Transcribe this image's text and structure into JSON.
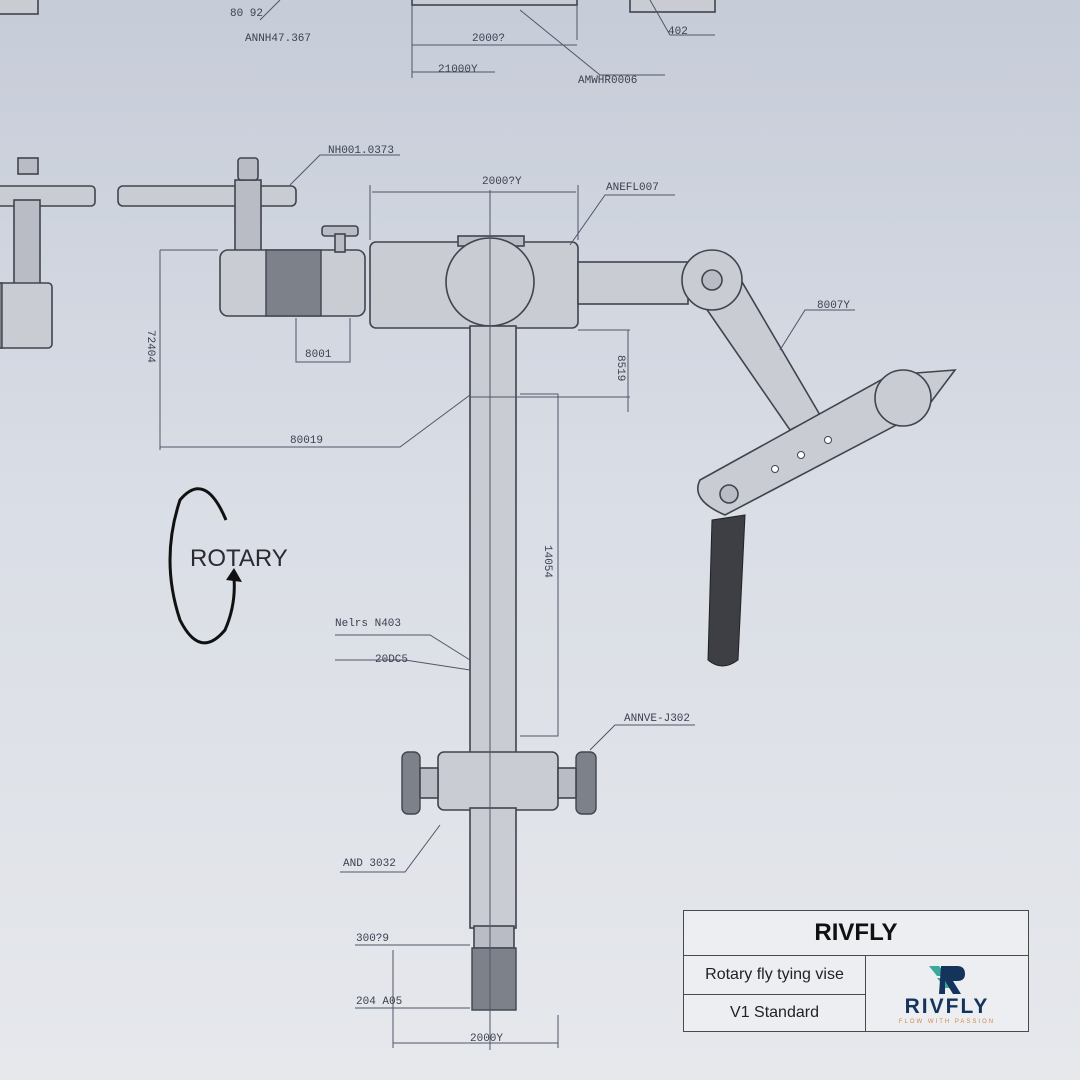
{
  "drawing": {
    "rotation_label": "ROTARY",
    "dimensions": [
      "80 92",
      "ANNH47.367",
      "2000?",
      "21000Y",
      "AMWHR0006",
      "402",
      "NH001.0373",
      "2000?Y",
      "ANEFL007",
      "8007Y",
      "8001",
      "8519",
      "72404",
      "80019",
      "14054",
      "Nelrs N403",
      "20DC5",
      "ANNVE-J302",
      "AND 3032",
      "300?9",
      "204 A05",
      "2000Y"
    ]
  },
  "title_block": {
    "brand": "RIVFLY",
    "product": "Rotary fly tying vise",
    "version": "V1 Standard",
    "logo": {
      "wordmark": "RIVFLY",
      "tagline": "FLOW WITH PASSION",
      "primary": "#15345c",
      "accent": "#3aa89a",
      "tag_color": "#d08a4a"
    }
  }
}
